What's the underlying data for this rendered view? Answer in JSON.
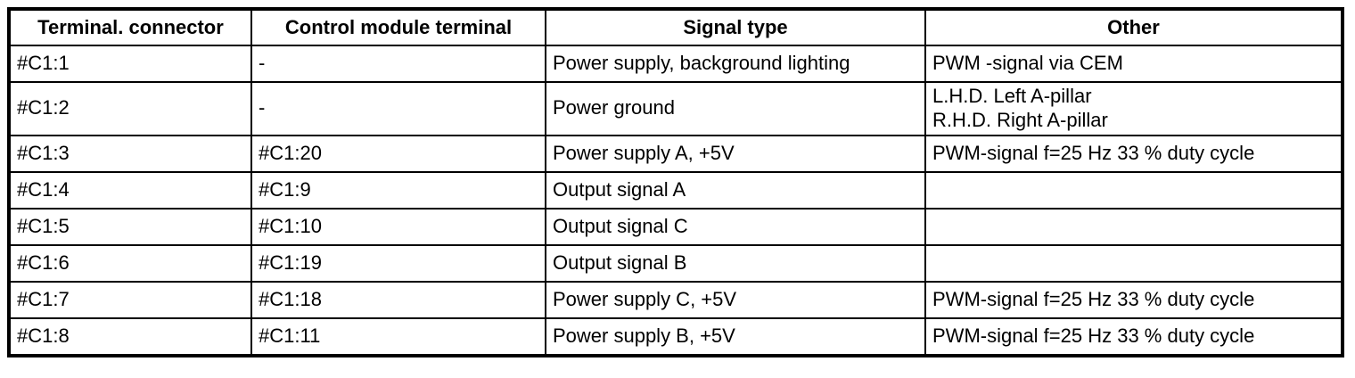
{
  "table": {
    "title": "terminal-signal-table",
    "colors": {
      "border": "#000000",
      "text": "#000000",
      "background": "#ffffff"
    },
    "columns": [
      {
        "label": "Terminal. connector"
      },
      {
        "label": "Control module terminal"
      },
      {
        "label": "Signal type"
      },
      {
        "label": "Other"
      }
    ],
    "rows": [
      {
        "terminal_connector": "#C1:1",
        "control_module_terminal": "-",
        "signal_type": "Power supply, background lighting",
        "other": [
          "PWM -signal via CEM"
        ]
      },
      {
        "terminal_connector": "#C1:2",
        "control_module_terminal": "-",
        "signal_type": "Power ground",
        "other": [
          "L.H.D. Left A-pillar",
          "R.H.D. Right A-pillar"
        ]
      },
      {
        "terminal_connector": "#C1:3",
        "control_module_terminal": "#C1:20",
        "signal_type": "Power supply A, +5V",
        "other": [
          "PWM-signal f=25 Hz 33 % duty cycle"
        ]
      },
      {
        "terminal_connector": "#C1:4",
        "control_module_terminal": "#C1:9",
        "signal_type": "Output signal A",
        "other": []
      },
      {
        "terminal_connector": "#C1:5",
        "control_module_terminal": "#C1:10",
        "signal_type": "Output signal C",
        "other": []
      },
      {
        "terminal_connector": "#C1:6",
        "control_module_terminal": "#C1:19",
        "signal_type": "Output signal B",
        "other": []
      },
      {
        "terminal_connector": "#C1:7",
        "control_module_terminal": "#C1:18",
        "signal_type": "Power supply C, +5V",
        "other": [
          "PWM-signal f=25 Hz 33 % duty cycle"
        ]
      },
      {
        "terminal_connector": "#C1:8",
        "control_module_terminal": "#C1:11",
        "signal_type": "Power supply B, +5V",
        "other": [
          "PWM-signal f=25 Hz 33 % duty cycle"
        ]
      }
    ]
  }
}
